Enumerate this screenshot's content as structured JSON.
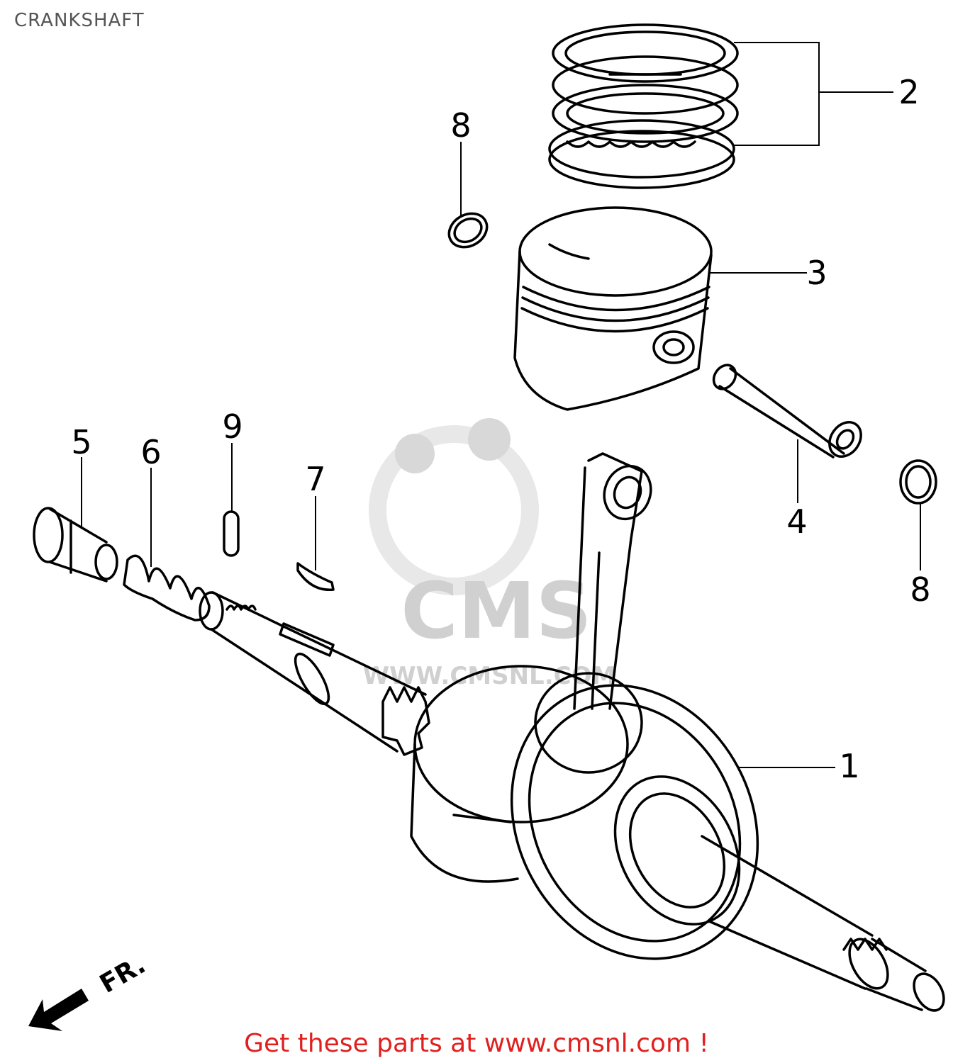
{
  "title": "CRANKSHAFT",
  "footer_text": "Get these parts at www.cmsnl.com !",
  "watermark_text": "CMS",
  "watermark_url": "WWW.CMSNL.COM",
  "direction_label": "FR.",
  "callouts": [
    {
      "label": "1"
    },
    {
      "label": "2"
    },
    {
      "label": "3"
    },
    {
      "label": "4"
    },
    {
      "label": "5"
    },
    {
      "label": "6"
    },
    {
      "label": "7"
    },
    {
      "label": "8"
    },
    {
      "label": "9"
    },
    {
      "label": "8"
    }
  ],
  "colors": {
    "footer": "#e0201f",
    "title": "#555555",
    "watermark": "#d8d8d8",
    "lines": "#000000"
  }
}
